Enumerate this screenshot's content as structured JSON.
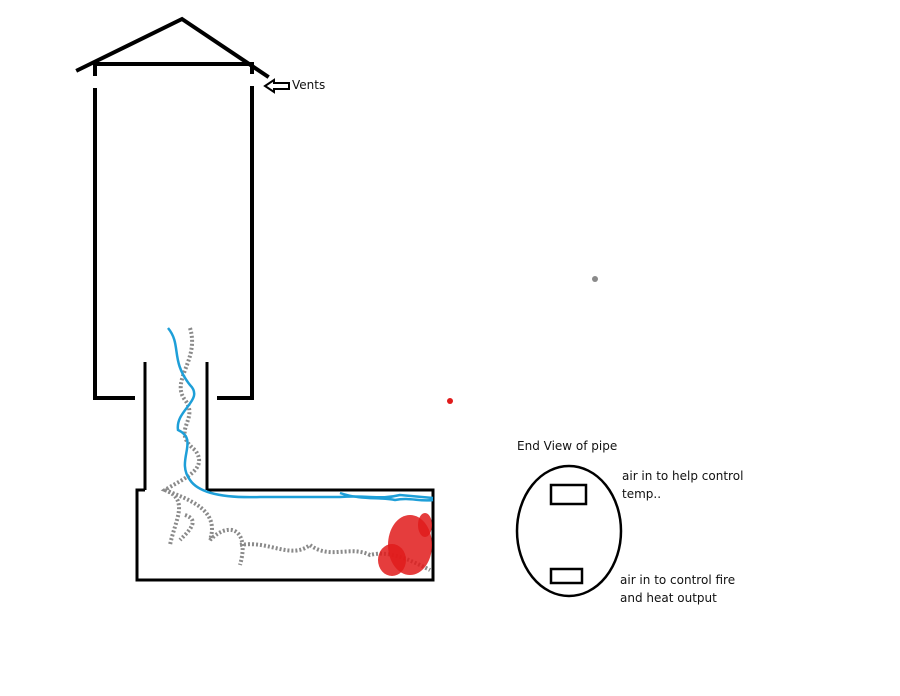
{
  "labels": {
    "vents": "Vents",
    "end_view": "End View of pipe",
    "top_inlet_line1": "air in to help control",
    "top_inlet_line2": "temp..",
    "bottom_inlet_line1": "air in to control fire",
    "bottom_inlet_line2": "and heat output"
  },
  "colors": {
    "outline": "#000000",
    "smoke": "#8a8a8a",
    "airflow": "#1e9fd8",
    "fire": "#e01b1b"
  }
}
